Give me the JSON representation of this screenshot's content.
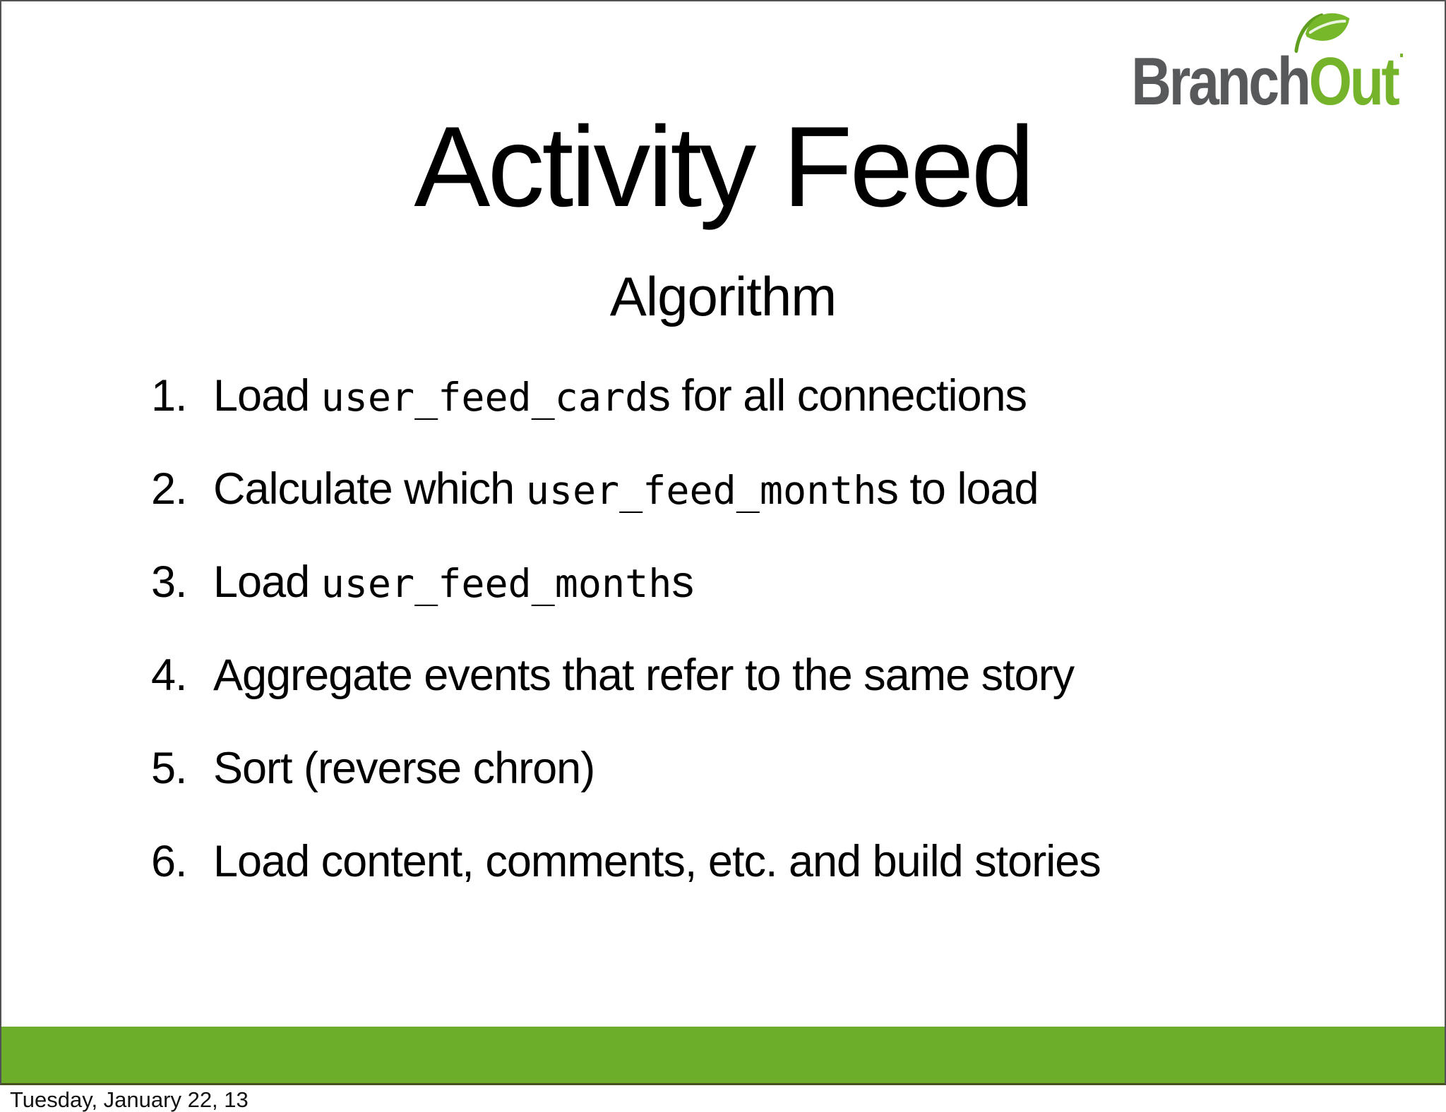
{
  "logo": {
    "part1": "Branch",
    "part2": "Out",
    "mark": "·",
    "gray_color": "#58595B",
    "green_color": "#74B32A",
    "icon": "leaf-icon"
  },
  "slide": {
    "title": "Activity Feed",
    "subtitle": "Algorithm",
    "list": {
      "items": [
        {
          "num": "1.",
          "pre": "Load ",
          "code": "user_feed_card",
          "post": "s for all connections"
        },
        {
          "num": "2.",
          "pre": "Calculate which ",
          "code": "user_feed_month",
          "post": "s to load"
        },
        {
          "num": "3.",
          "pre": "Load ",
          "code": "user_feed_month",
          "post": "s"
        },
        {
          "num": "4.",
          "pre": "Aggregate events that refer to the same story",
          "code": "",
          "post": ""
        },
        {
          "num": "5.",
          "pre": "Sort (reverse chron)",
          "code": "",
          "post": ""
        },
        {
          "num": "6.",
          "pre": "Load content, comments, etc. and build stories",
          "code": "",
          "post": ""
        }
      ]
    },
    "footer_bar_color": "#6CAD29",
    "border_color": "#535355"
  },
  "page": {
    "date": "Tuesday, January 22, 13"
  }
}
